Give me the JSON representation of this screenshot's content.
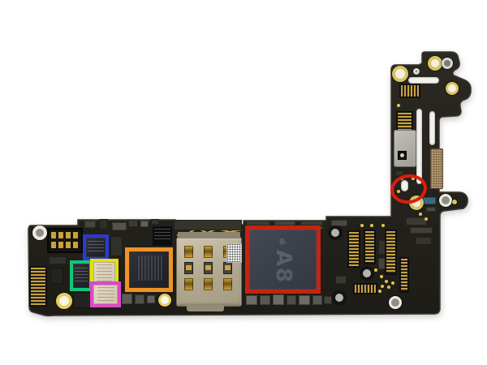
{
  "scene": {
    "description": "iPhone 6 logic board photographed on white background with colored teardown highlight annotations",
    "background_color": "#ffffff",
    "board_color": "#26241e"
  },
  "chips": {
    "a8": {
      "label": "A8",
      "logo_icon": "apple-logo-icon"
    }
  },
  "annotations": {
    "highlights": [
      {
        "name": "highlight-blue",
        "shape": "rect",
        "color": "#2a3ad4"
      },
      {
        "name": "highlight-green",
        "shape": "rect",
        "color": "#12c678"
      },
      {
        "name": "highlight-yellow",
        "shape": "rect",
        "color": "#e6e004"
      },
      {
        "name": "highlight-magenta",
        "shape": "rect",
        "color": "#dd4ac4"
      },
      {
        "name": "highlight-orange",
        "shape": "rect",
        "color": "#f09226"
      },
      {
        "name": "highlight-red-a8",
        "shape": "rect",
        "color": "#c52410"
      },
      {
        "name": "highlight-red-circle",
        "shape": "ellipse",
        "color": "#dd1d0d"
      }
    ]
  }
}
